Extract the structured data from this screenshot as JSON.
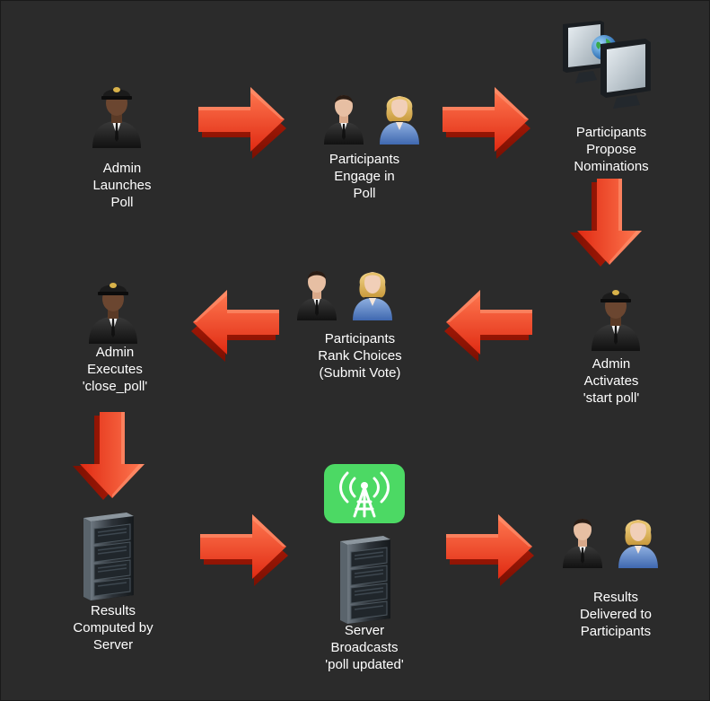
{
  "colors": {
    "background": "#2b2b2b",
    "arrow": "#e8341c",
    "text": "#ffffff",
    "antenna_bg": "#4cd964"
  },
  "nodes": {
    "admin_launches": {
      "icon": "admin-person-icon",
      "lines": [
        "Admin",
        "Launches",
        "Poll"
      ]
    },
    "participants_engage": {
      "icon": "participants-pair-icon",
      "lines": [
        "Participants",
        "Engage in",
        "Poll"
      ]
    },
    "participants_propose": {
      "icon": "computers-globe-icon",
      "lines": [
        "Participants",
        "Propose",
        "Nominations"
      ]
    },
    "admin_activates": {
      "icon": "admin-person-icon",
      "lines": [
        "Admin",
        "Activates",
        "'start poll'"
      ]
    },
    "participants_rank": {
      "icon": "participants-pair-icon",
      "lines": [
        "Participants",
        "Rank Choices",
        "(Submit Vote)"
      ]
    },
    "admin_executes": {
      "icon": "admin-person-icon",
      "lines": [
        "Admin",
        "Executes",
        "'close_poll'"
      ]
    },
    "results_computed": {
      "icon": "server-rack-icon",
      "lines": [
        "Results",
        "Computed by",
        "Server"
      ]
    },
    "server_broadcasts": {
      "icon": "server-broadcast-icon",
      "lines": [
        "Server",
        "Broadcasts",
        "'poll updated'"
      ]
    },
    "results_delivered": {
      "icon": "participants-pair-icon",
      "lines": [
        "Results",
        "Delivered to",
        "Participants"
      ]
    }
  },
  "arrows": [
    {
      "from": "admin_launches",
      "to": "participants_engage",
      "direction": "right"
    },
    {
      "from": "participants_engage",
      "to": "participants_propose",
      "direction": "right"
    },
    {
      "from": "participants_propose",
      "to": "admin_activates",
      "direction": "down"
    },
    {
      "from": "admin_activates",
      "to": "participants_rank",
      "direction": "left"
    },
    {
      "from": "participants_rank",
      "to": "admin_executes",
      "direction": "left"
    },
    {
      "from": "admin_executes",
      "to": "results_computed",
      "direction": "down"
    },
    {
      "from": "results_computed",
      "to": "server_broadcasts",
      "direction": "right"
    },
    {
      "from": "server_broadcasts",
      "to": "results_delivered",
      "direction": "right"
    }
  ]
}
